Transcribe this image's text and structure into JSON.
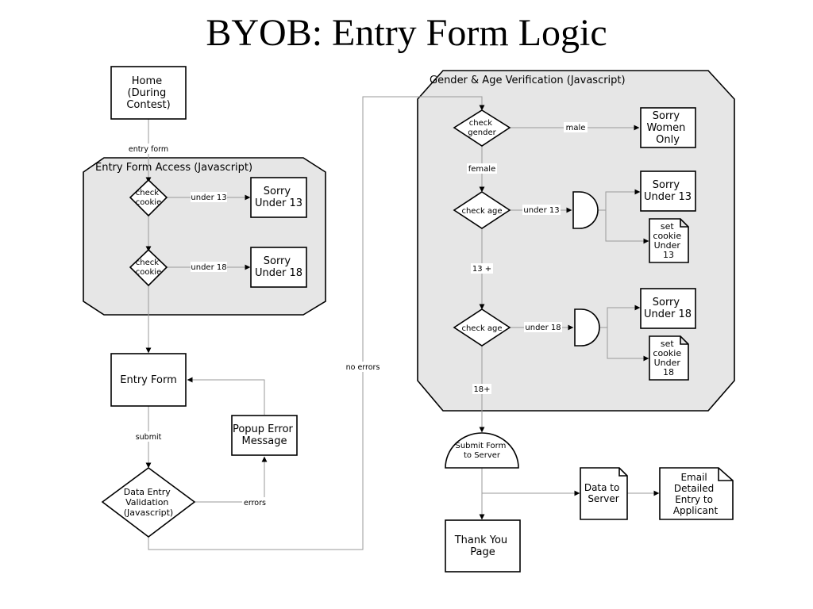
{
  "title": "BYOB: Entry Form Logic",
  "regions": {
    "entry_access": "Entry Form Access (Javascript)",
    "gender_age": "Gender & Age Verification (Javascript)"
  },
  "nodes": {
    "home": [
      "Home",
      "(During",
      "Contest)"
    ],
    "check_cookie_1": [
      "check",
      "cookie"
    ],
    "sorry_under13_left": [
      "Sorry",
      "Under 13"
    ],
    "check_cookie_2": [
      "check",
      "cookie"
    ],
    "sorry_under18_left": [
      "Sorry",
      "Under 18"
    ],
    "entry_form": [
      "Entry Form"
    ],
    "popup_error": [
      "Popup Error",
      "Message"
    ],
    "data_entry_validation": [
      "Data Entry",
      "Validation",
      "(Javascript)"
    ],
    "check_gender": [
      "check",
      "gender"
    ],
    "sorry_women_only": [
      "Sorry",
      "Women",
      "Only"
    ],
    "check_age_1": [
      "check age"
    ],
    "sorry_under13_right": [
      "Sorry",
      "Under 13"
    ],
    "set_cookie_13": [
      "set",
      "cookie",
      "Under",
      "13"
    ],
    "check_age_2": [
      "check age"
    ],
    "sorry_under18_right": [
      "Sorry",
      "Under 18"
    ],
    "set_cookie_18": [
      "set",
      "cookie",
      "Under",
      "18"
    ],
    "submit_form": [
      "Submit Form",
      "to Server"
    ],
    "thank_you": [
      "Thank You",
      "Page"
    ],
    "data_to_server": [
      "Data to",
      "Server"
    ],
    "email_applicant": [
      "Email",
      "Detailed",
      "Entry to",
      "Applicant"
    ]
  },
  "edges": {
    "entry_form": "entry form",
    "under13_left": "under 13",
    "under18_left": "under 18",
    "submit": "submit",
    "errors": "errors",
    "no_errors": "no errors",
    "male": "male",
    "female": "female",
    "under13_right": "under 13",
    "age13plus": "13 +",
    "under18_right": "under 18",
    "age18plus": "18+"
  }
}
